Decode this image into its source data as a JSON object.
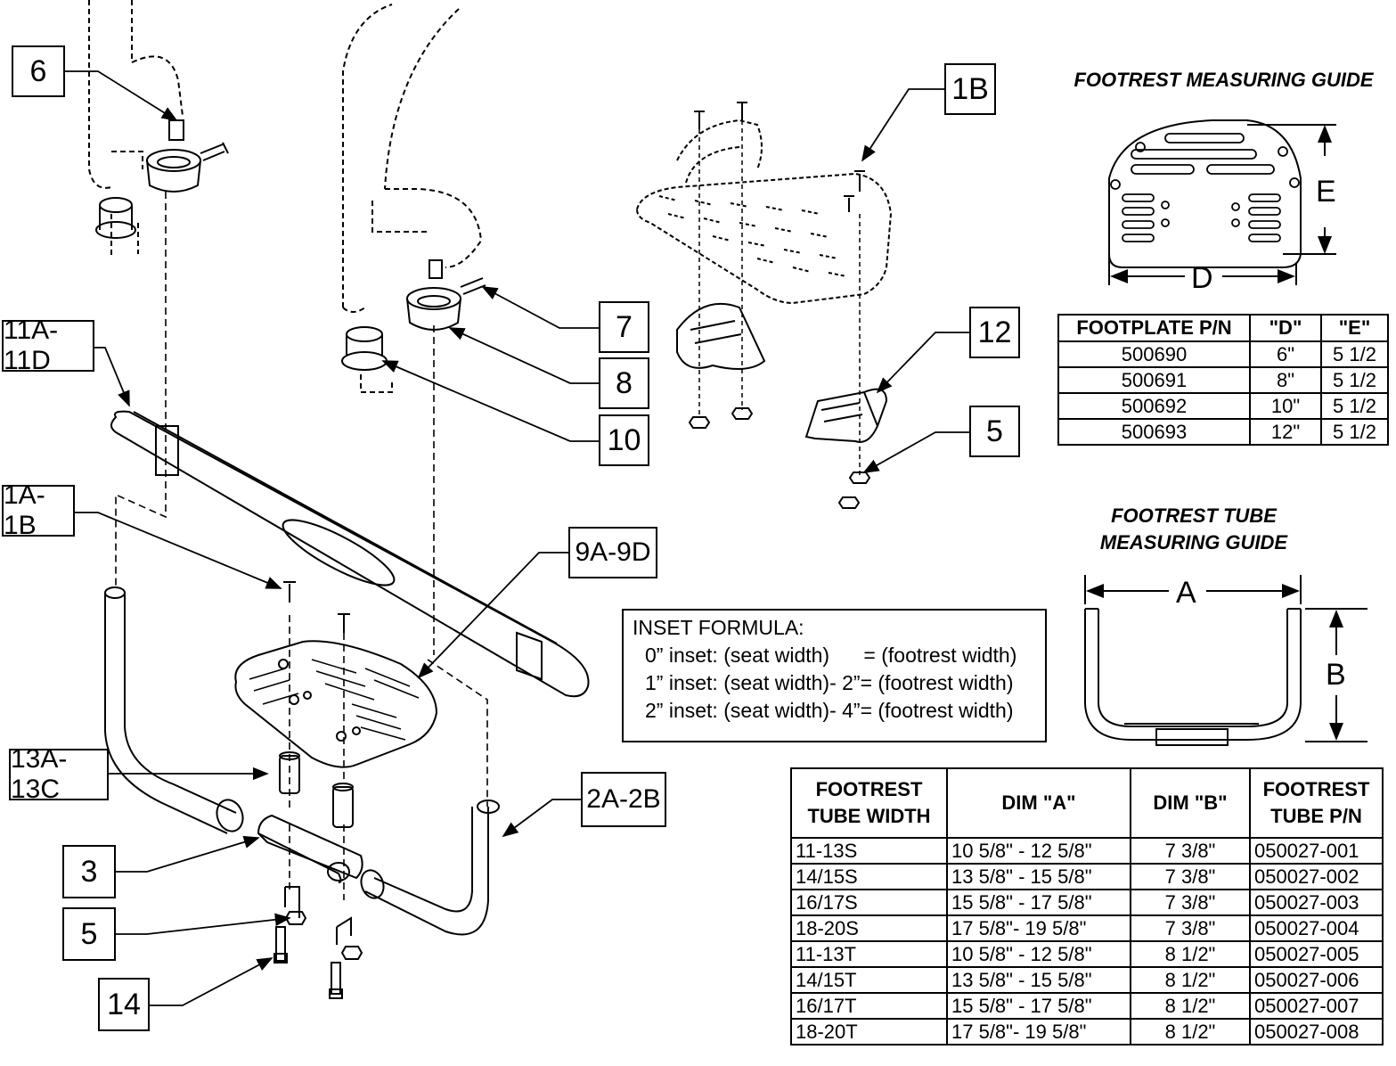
{
  "callouts": {
    "c6": "6",
    "c1b_top": "1B",
    "c7": "7",
    "c8": "8",
    "c10": "10",
    "c11": "11A-11D",
    "c12": "12",
    "c5_right": "5",
    "c1a": "1A-1B",
    "c9": "9A-9D",
    "c13": "13A-13C",
    "c2": "2A-2B",
    "c3": "3",
    "c5_left": "5",
    "c14": "14"
  },
  "footrest_guide": {
    "title": "FOOTREST MEASURING GUIDE",
    "dim_e": "E",
    "dim_d": "D"
  },
  "footplate_table": {
    "headers": [
      "FOOTPLATE P/N",
      "\"D\"",
      "\"E\""
    ],
    "rows": [
      [
        "500690",
        "6\"",
        "5 1/2"
      ],
      [
        "500691",
        "8\"",
        "5 1/2"
      ],
      [
        "500692",
        "10\"",
        "5 1/2"
      ],
      [
        "500693",
        "12\"",
        "5 1/2"
      ]
    ]
  },
  "tube_guide": {
    "title_line1": "FOOTREST TUBE",
    "title_line2": "MEASURING GUIDE",
    "dim_a": "A",
    "dim_b": "B"
  },
  "inset_formula": {
    "title": "INSET FORMULA:",
    "line1": "0” inset: (seat width)      = (footrest width)",
    "line2": "1” inset: (seat width)- 2”= (footrest width)",
    "line3": "2” inset: (seat width)- 4”= (footrest width)"
  },
  "tube_table": {
    "headers": [
      "FOOTREST TUBE WIDTH",
      "DIM \"A\"",
      "DIM \"B\"",
      "FOOTREST TUBE P/N"
    ],
    "rows": [
      [
        "11-13S",
        "10 5/8\" - 12 5/8\"",
        "7 3/8\"",
        "050027-001"
      ],
      [
        "14/15S",
        "13 5/8\" - 15 5/8\"",
        "7 3/8\"",
        "050027-002"
      ],
      [
        "16/17S",
        "15 5/8\" - 17 5/8\"",
        "7 3/8\"",
        "050027-003"
      ],
      [
        "18-20S",
        "17 5/8\"- 19 5/8\"",
        "7 3/8\"",
        "050027-004"
      ],
      [
        "11-13T",
        "10 5/8\" - 12 5/8\"",
        "8 1/2\"",
        "050027-005"
      ],
      [
        "14/15T",
        "13 5/8\" - 15 5/8\"",
        "8 1/2\"",
        "050027-006"
      ],
      [
        "16/17T",
        "15 5/8\" - 17 5/8\"",
        "8 1/2\"",
        "050027-007"
      ],
      [
        "18-20T",
        "17 5/8\"- 19 5/8\"",
        "8 1/2\"",
        "050027-008"
      ]
    ]
  }
}
